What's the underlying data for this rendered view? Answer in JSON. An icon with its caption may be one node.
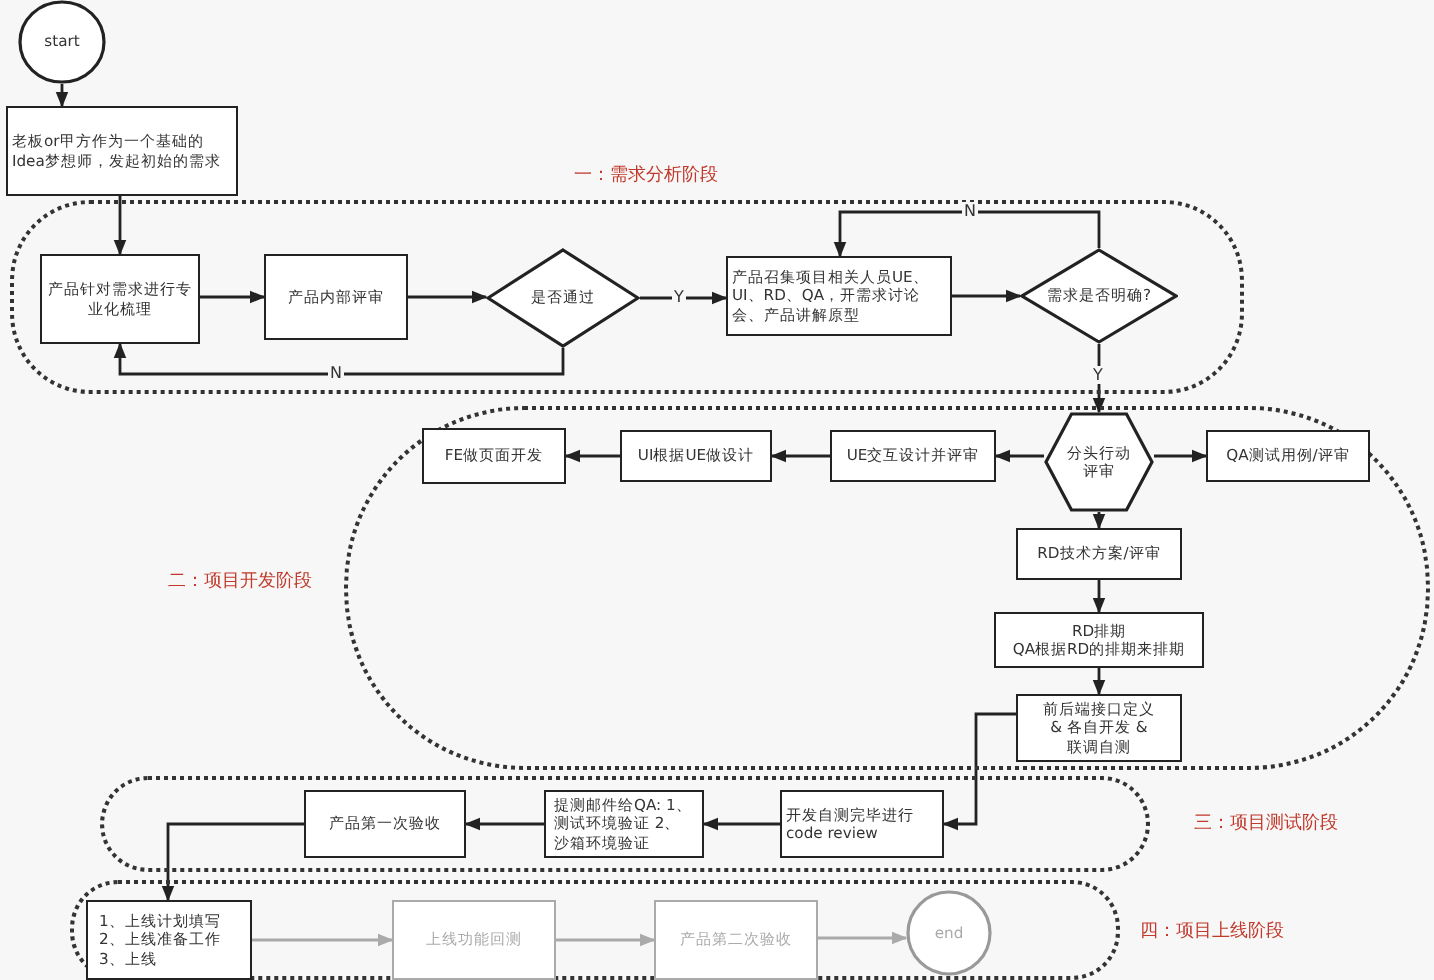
{
  "diagram": {
    "nodes": [
      {
        "text": [
          "一：需求分析阶段"
        ]
      },
      {
        "text": [
          "二：项目开发阶段"
        ]
      },
      {
        "text": [
          "三：项目测试阶段"
        ]
      },
      {
        "text": [
          "四：项目上线阶段"
        ]
      },
      {
        "text": [
          "start"
        ]
      },
      {
        "text": [
          "老板or甲方作为一个基础的Idea梦想师，发起初始的需求"
        ]
      },
      {
        "text": [
          "产品针对需求进行专业化梳理"
        ],
        "in": 0
      },
      {
        "text": [
          "产品内部评审"
        ],
        "in": 0
      },
      {
        "text": [
          "是否通过"
        ],
        "in": 0
      },
      {
        "text": [
          "产品召集项目相关人员UE、UI、RD、QA，开需求讨论会、产品讲解原型"
        ],
        "in": 0
      },
      {
        "text": [
          "需求是否明确?"
        ],
        "in": 0
      },
      {
        "text": [
          "分头行动评审"
        ],
        "in": 1
      },
      {
        "text": [
          "UE交互设计并评审"
        ],
        "in": 1
      },
      {
        "text": [
          "UI根据UE做设计"
        ],
        "in": 1
      },
      {
        "text": [
          "FE做页面开发"
        ],
        "in": 1
      },
      {
        "text": [
          "QA测试用例/评审"
        ],
        "in": 1
      },
      {
        "text": [
          "RD技术方案/评审"
        ],
        "in": 1
      },
      {
        "text": [
          "RD排期 QA根据RD的排期来排期"
        ],
        "in": 1
      },
      {
        "text": [
          "前后端接口定义 & 各自开发 & 联调自测"
        ],
        "in": 1
      },
      {
        "text": [
          "开发自测完毕进行 code review"
        ],
        "in": 2
      },
      {
        "text": [
          "提测邮件给QA: 1、测试环境验证 2、沙箱环境验证"
        ],
        "in": 2
      },
      {
        "text": [
          "产品第一次验收"
        ],
        "in": 2
      },
      {
        "text": [
          "1、上线计划填写 2、上线准备工作 3、上线"
        ],
        "in": 3
      },
      {
        "text": [
          "上线功能回测"
        ],
        "in": 3
      },
      {
        "text": [
          "产品第二次验收"
        ],
        "in": 3
      },
      {
        "text": [
          "end"
        ],
        "in": 3
      }
    ],
    "edges": [
      {
        "from": 4,
        "to": 5,
        "arrow": "to"
      },
      {
        "from": 5,
        "to": 6,
        "arrow": "to"
      },
      {
        "from": 6,
        "to": 7,
        "arrow": "to"
      },
      {
        "from": 7,
        "to": 8,
        "arrow": "to"
      },
      {
        "from": 8,
        "to": 9,
        "arrow": "to",
        "label": "Y"
      },
      {
        "from": 8,
        "to": 6,
        "arrow": "to",
        "label": "N"
      },
      {
        "from": 9,
        "to": 10,
        "arrow": "to"
      },
      {
        "from": 10,
        "to": 9,
        "arrow": "to",
        "label": "N"
      },
      {
        "from": 10,
        "to": 11,
        "arrow": "to",
        "label": "Y"
      },
      {
        "from": 11,
        "to": 12,
        "arrow": "to"
      },
      {
        "from": 12,
        "to": 13,
        "arrow": "to"
      },
      {
        "from": 13,
        "to": 14,
        "arrow": "to"
      },
      {
        "from": 11,
        "to": 15,
        "arrow": "to"
      },
      {
        "from": 11,
        "to": 16,
        "arrow": "to"
      },
      {
        "from": 16,
        "to": 17,
        "arrow": "to"
      },
      {
        "from": 17,
        "to": 18,
        "arrow": "to"
      },
      {
        "from": 18,
        "to": 19,
        "arrow": "to"
      },
      {
        "from": 19,
        "to": 20,
        "arrow": "to"
      },
      {
        "from": 20,
        "to": 21,
        "arrow": "to"
      },
      {
        "from": 21,
        "to": 22,
        "arrow": "to"
      },
      {
        "from": 22,
        "to": 23,
        "arrow": "to",
        "color": "#aaaaaa"
      },
      {
        "from": 23,
        "to": 24,
        "arrow": "to",
        "color": "#aaaaaa"
      },
      {
        "from": 24,
        "to": 25,
        "arrow": "to",
        "color": "#aaaaaa"
      }
    ]
  }
}
